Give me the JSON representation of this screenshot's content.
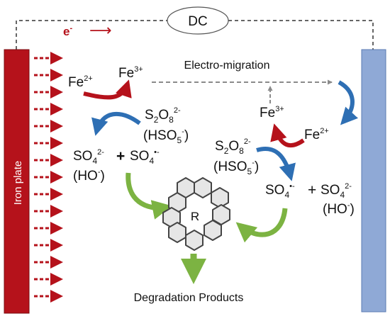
{
  "power_source": {
    "label": "DC",
    "electron_symbol": "e",
    "electron_charge": "-",
    "arrow_glyph": "⟶"
  },
  "anode": {
    "label": "Iron plate",
    "color": "#b5121b"
  },
  "cathode": {
    "color": "#8fa9d6"
  },
  "left_cycle": {
    "fe2": {
      "base": "Fe",
      "charge": "2+"
    },
    "fe3": {
      "base": "Fe",
      "charge": "3+"
    },
    "oxidant1": {
      "a": "S",
      "a_sub": "2",
      "b": "O",
      "b_sub": "8",
      "charge": "2-"
    },
    "oxidant2": {
      "open": "(HSO",
      "sub": "5",
      "charge": "-",
      "close": ")"
    },
    "sulfate": {
      "base": "SO",
      "sub": "4",
      "charge": "2-"
    },
    "plus": "+",
    "radical": {
      "base": "SO",
      "sub": "4",
      "charge": "•-"
    },
    "hydroxide": {
      "open": "(HO",
      "charge": "-",
      "close": ")"
    }
  },
  "migration_label": "Electro-migration",
  "right_cycle": {
    "fe3": {
      "base": "Fe",
      "charge": "3+"
    },
    "fe2": {
      "base": "Fe",
      "charge": "2+"
    },
    "oxidant1": {
      "a": "S",
      "a_sub": "2",
      "b": "O",
      "b_sub": "8",
      "charge": "2-"
    },
    "oxidant2": {
      "open": "(HSO",
      "sub": "5",
      "charge": "-",
      "close": ")"
    },
    "radical": {
      "base": "SO",
      "sub": "4",
      "charge": "•-"
    },
    "plus": "+",
    "sulfate": {
      "base": "SO",
      "sub": "4",
      "charge": "2-"
    },
    "hydroxide": {
      "open": "(HO",
      "charge": "-",
      "close": ")"
    }
  },
  "pollutant_label": "R",
  "products_label": "Degradation Products",
  "colors": {
    "red_arrow": "#b5121b",
    "blue_arrow": "#2e6fb4",
    "green_arrow": "#7cb342",
    "migration_arrow": "#8a8a8a",
    "wire": "#666666"
  }
}
